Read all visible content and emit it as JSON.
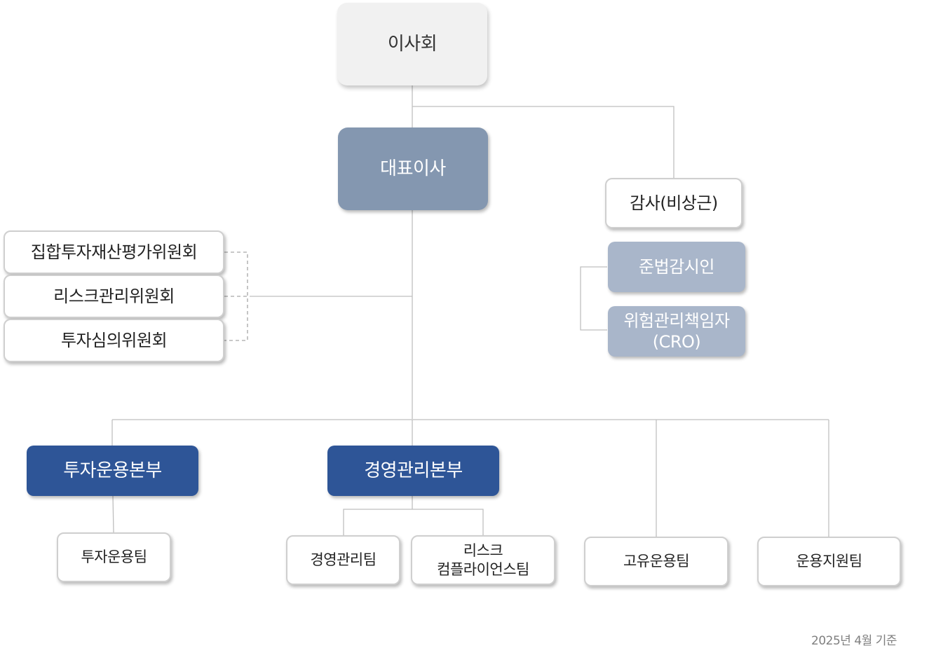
{
  "board": {
    "label": "이사회"
  },
  "ceo": {
    "label": "대표이사"
  },
  "auditor": {
    "label": "감사(비상근)"
  },
  "compliance_officer": {
    "label": "준법감시인"
  },
  "cro": {
    "line1": "위험관리책임자",
    "line2": "(CRO)"
  },
  "committees": [
    {
      "label": "집합투자재산평가위원회"
    },
    {
      "label": "리스크관리위원회"
    },
    {
      "label": "투자심의위원회"
    }
  ],
  "divisions": {
    "investment": {
      "label": "투자운용본부"
    },
    "management": {
      "label": "경영관리본부"
    }
  },
  "teams": {
    "investment_ops": {
      "label": "투자운용팀"
    },
    "mgmt_team": {
      "label": "경영관리팀"
    },
    "risk_compliance": {
      "line1": "리스크",
      "line2": "컴플라이언스팀"
    },
    "proprietary": {
      "label": "고유운용팀"
    },
    "ops_support": {
      "label": "운용지원팀"
    }
  },
  "footnote": "2025년 4월 기준",
  "colors": {
    "board_fill": "#f1f1f1",
    "ceo_fill": "#8497b0",
    "control_fill": "#a9b6ca",
    "division_fill": "#2e5597",
    "connector": "#bfbfbf"
  }
}
